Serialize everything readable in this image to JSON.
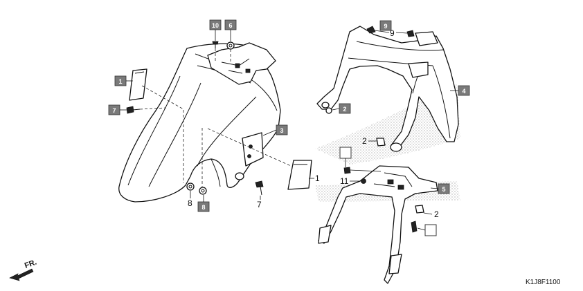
{
  "callouts": {
    "c1a": "1",
    "c7a": "7",
    "c10": "10",
    "c6": "6",
    "c3": "3",
    "c8": "8",
    "c2a": "2",
    "c4": "4",
    "c5": "5",
    "c9": "9"
  },
  "labels": {
    "l1b": "1",
    "l8": "8",
    "l7b": "7",
    "l9": "9",
    "l2b": "2",
    "l11": "11",
    "l2c": "2"
  },
  "direction": "FR.",
  "drawing_code": "K1J8F1100"
}
